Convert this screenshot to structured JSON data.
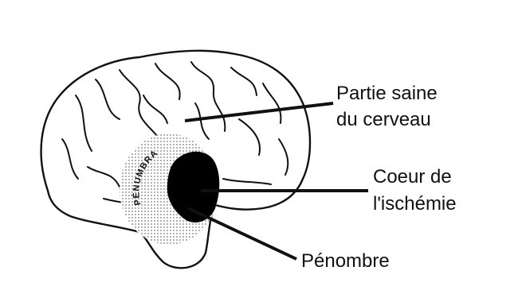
{
  "labels": {
    "healthy_line1": "Partie saine",
    "healthy_line2": "du cerveau",
    "core_line1": "Coeur de",
    "core_line2": "l'ischémie",
    "penumbra": "Pénombre",
    "penumbra_arc": "PÉNUMBRA"
  },
  "colors": {
    "ink": "#111111",
    "core_fill": "#000000",
    "penumbra_fill": "#d9d9d9",
    "background": "#ffffff"
  }
}
